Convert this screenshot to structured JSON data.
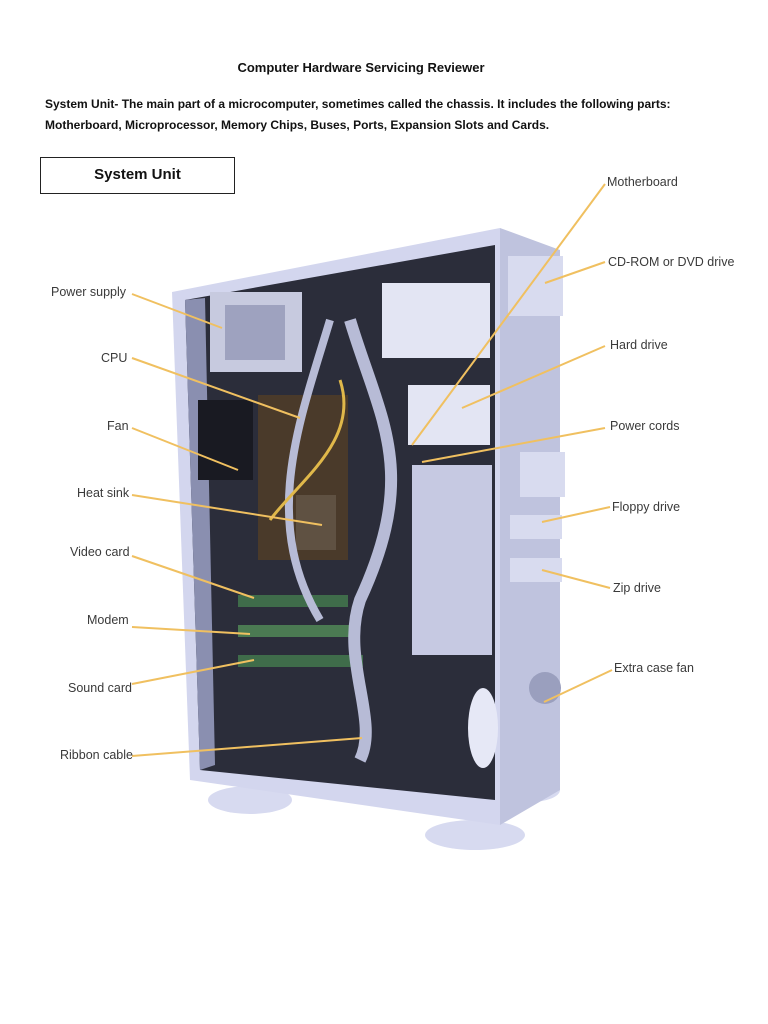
{
  "document": {
    "title": "Computer Hardware Servicing Reviewer",
    "intro_lead": "System Unit-",
    "intro_text": " The main part of a microcomputer, sometimes called the chassis. It includes the following parts: Motherboard, Microprocessor, Memory Chips, Buses, Ports, Expansion Slots and Cards."
  },
  "figure": {
    "box_label": "System Unit",
    "labels": {
      "power_supply": "Power supply",
      "cpu": "CPU",
      "fan": "Fan",
      "heat_sink": "Heat sink",
      "video_card": "Video card",
      "modem": "Modem",
      "sound_card": "Sound card",
      "ribbon_cable": "Ribbon cable",
      "motherboard": "Motherboard",
      "cd_rom": "CD-ROM or DVD drive",
      "hard_drive": "Hard drive",
      "power_cords": "Power cords",
      "floppy_drive": "Floppy drive",
      "zip_drive": "Zip drive",
      "extra_case_fan": "Extra case fan"
    },
    "colors": {
      "leader": "#f0c060",
      "case": "#c9cde6",
      "interior": "#2b2d3a"
    }
  }
}
